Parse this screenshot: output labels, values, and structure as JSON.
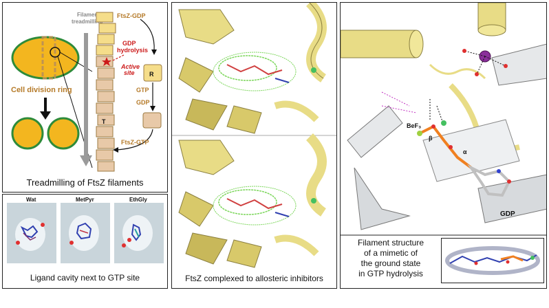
{
  "panel_tl": {
    "caption": "Treadmilling of FtsZ filaments",
    "cell_label": "Cell division ring",
    "filament_label": "Filament treadmilling",
    "ftsz_gdp": "FtsZ-GDP",
    "gdp_hydrolysis": "GDP hydrolysis",
    "active_site": "Active site",
    "monomer_r": "R",
    "monomer_t": "T",
    "gtp": "GTP",
    "gdp": "GDP",
    "ftsz_gtp": "FtsZ-GTP"
  },
  "panel_bl": {
    "caption": "Ligand cavity next to GTP site",
    "sub_labels": [
      "Wat",
      "MetPyr",
      "EthGly"
    ]
  },
  "panel_mid": {
    "caption": "FtsZ complexed to allosteric inhibitors"
  },
  "panel_right": {
    "caption_lines": [
      "Filament structure",
      "of a mimetic of",
      "the ground state",
      "in GTP hydrolysis"
    ],
    "k_label": "K⁺",
    "bef3_label": "BeF₃",
    "beta_label": "β",
    "alpha_label": "α",
    "gdp_label": "GDP"
  },
  "colors": {
    "ring_fill": "#f3b61f",
    "ring_stroke": "#2e8b3a",
    "monomer": "#e8c9a8",
    "monomer_gdp": "#f5dd8a",
    "ribbon": "#e8dc86",
    "mesh": "#7bd65a",
    "surface": "#c9d5db"
  }
}
